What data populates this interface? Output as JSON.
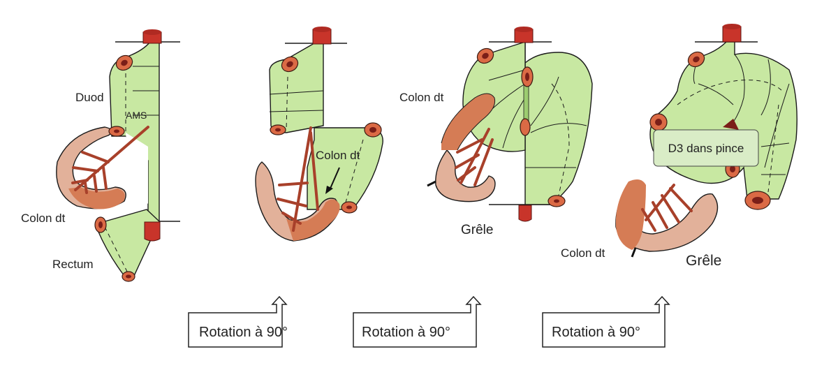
{
  "colors": {
    "mesentery": "#c8e8a2",
    "small_bowel": "#e2b19a",
    "colon": "#d57c55",
    "vessels": "#a8402a",
    "aorta": "#c8342a",
    "callout_bg": "#d9ecc6"
  },
  "stage1": {
    "labels": {
      "duodenum": "Duod",
      "sma": "AMS",
      "right_colon": "Colon dt",
      "rectum": "Rectum"
    }
  },
  "stage2": {
    "labels": {
      "right_colon": "Colon dt"
    }
  },
  "stage3": {
    "labels": {
      "right_colon": "Colon dt",
      "small_bowel": "Grêle"
    }
  },
  "stage4": {
    "labels": {
      "callout": "D3 dans pince",
      "right_colon": "Colon dt",
      "small_bowel": "Grêle"
    }
  },
  "rotation_steps": [
    {
      "label": "Rotation à 90°",
      "icon": "arrow-up-icon"
    },
    {
      "label": "Rotation à 90°",
      "icon": "arrow-up-icon"
    },
    {
      "label": "Rotation à 90°",
      "icon": "arrow-up-icon"
    }
  ]
}
